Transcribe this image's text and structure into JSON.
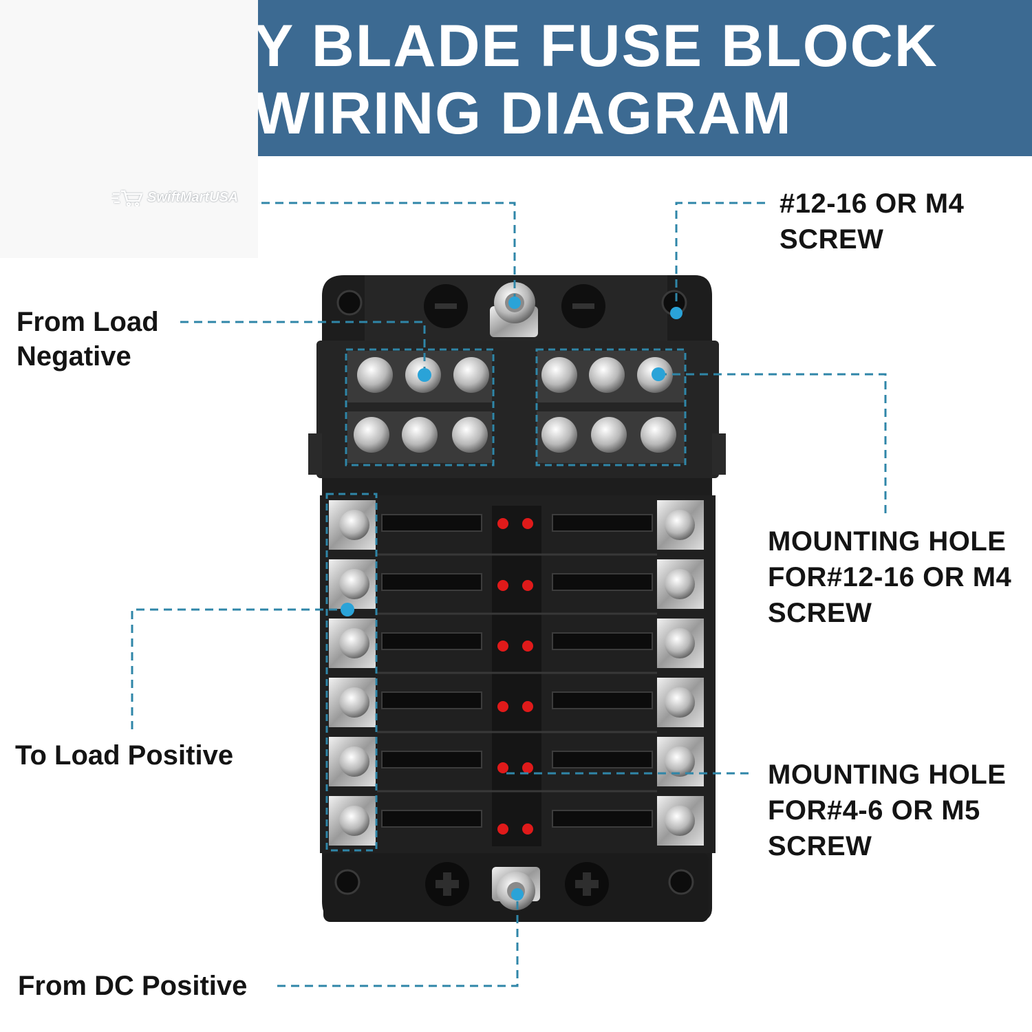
{
  "title": {
    "line1": "Y BLADE FUSE BLOCK",
    "line2": "WIRING DIAGRAM"
  },
  "watermark": {
    "text": "SwiftMartUSA"
  },
  "callouts": {
    "screw_spec": "#12-16 OR M4\nSCREW",
    "load_negative": "From Load\nNegative",
    "mounting_hole_m4": "MOUNTING HOLE\nFOR#12-16 OR M4\nSCREW",
    "load_positive": "To Load Positive",
    "mounting_hole_m5": "MOUNTING HOLE\nFOR#4-6 OR M5\nSCREW",
    "dc_positive": "From DC Positive"
  },
  "colors": {
    "banner": "#3c6a92",
    "callout_line": "#2f86a8",
    "marker": "#2aa3d8",
    "block_body": "#1f1f1f",
    "led": "#e01a1a"
  },
  "icons": [
    "cart-icon",
    "plus-icon",
    "screw-icon",
    "fuse-slot-icon",
    "led-indicator-icon"
  ]
}
